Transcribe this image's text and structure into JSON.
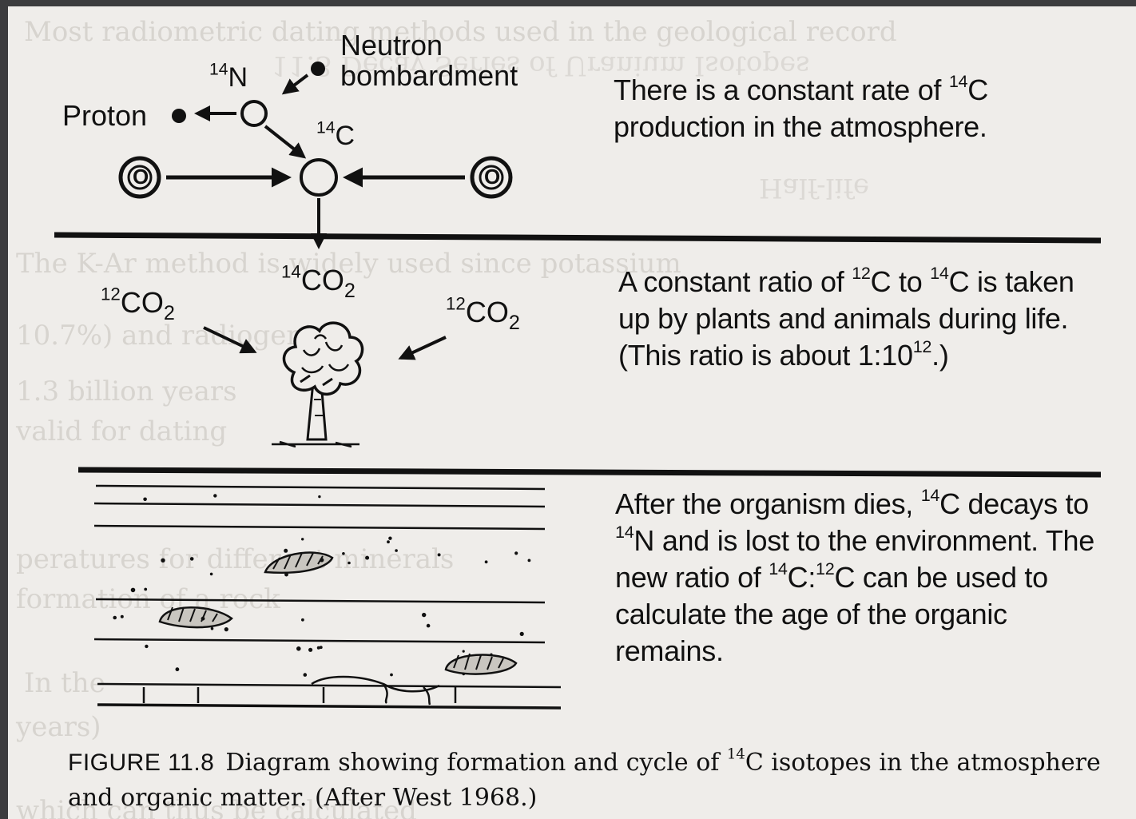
{
  "figure": {
    "labels": {
      "neutron_line1": "Neutron",
      "neutron_line2": "bombardment",
      "n14_mass": "14",
      "n14_symbol": "N",
      "proton": "Proton",
      "c14_mass": "14",
      "c14_symbol": "C",
      "oxygen_left": "O",
      "oxygen_right": "O",
      "co2_14_mass": "14",
      "co2_14_formula": "CO",
      "co2_14_sub": "2",
      "co2_12_left_mass": "12",
      "co2_12_left_formula": "CO",
      "co2_12_left_sub": "2",
      "co2_12_right_mass": "12",
      "co2_12_right_formula": "CO",
      "co2_12_right_sub": "2"
    },
    "panels": [
      {
        "t1": "There is a constant rate of ",
        "s1": "14",
        "t2": "C production in the atmosphere."
      },
      {
        "t1": "A constant ratio of ",
        "s1": "12",
        "t2": "C to ",
        "s2": "14",
        "t3": "C is taken up by plants and animals during life. (This ratio is about 1:10",
        "s3": "12",
        "t4": ".)"
      },
      {
        "t1": "After the organism dies, ",
        "s1": "14",
        "t2": "C decays to ",
        "s2": "14",
        "t3": "N and is lost to the environment. The new ratio of ",
        "s3": "14",
        "t4": "C:",
        "s4": "12",
        "t5": "C can be used to calculate the age of the organic remains."
      }
    ],
    "caption": {
      "label": "FIGURE 11.8",
      "text1": "Diagram showing formation and cycle of ",
      "sup": "14",
      "text2": "C isotopes in the atmosphere and organic matter. (After West 1968.)"
    }
  },
  "bleed_through": [
    "Most radiometric dating methods used in the geological record",
    "11.3 Decay Series of Uranium Isotopes",
    "Half-life",
    "The K-Ar method is widely used since potassium",
    "10.7%) and radiogenic",
    "1.3 billion years",
    "valid for dating",
    "peratures for different minerals",
    "formation of a rock",
    "In the",
    "years)",
    "which can thus be calculated"
  ],
  "colors": {
    "paper": "#efedea",
    "ink": "#111111",
    "bleed_through": "#c4c0ba",
    "frame": "#3c3c3e"
  }
}
